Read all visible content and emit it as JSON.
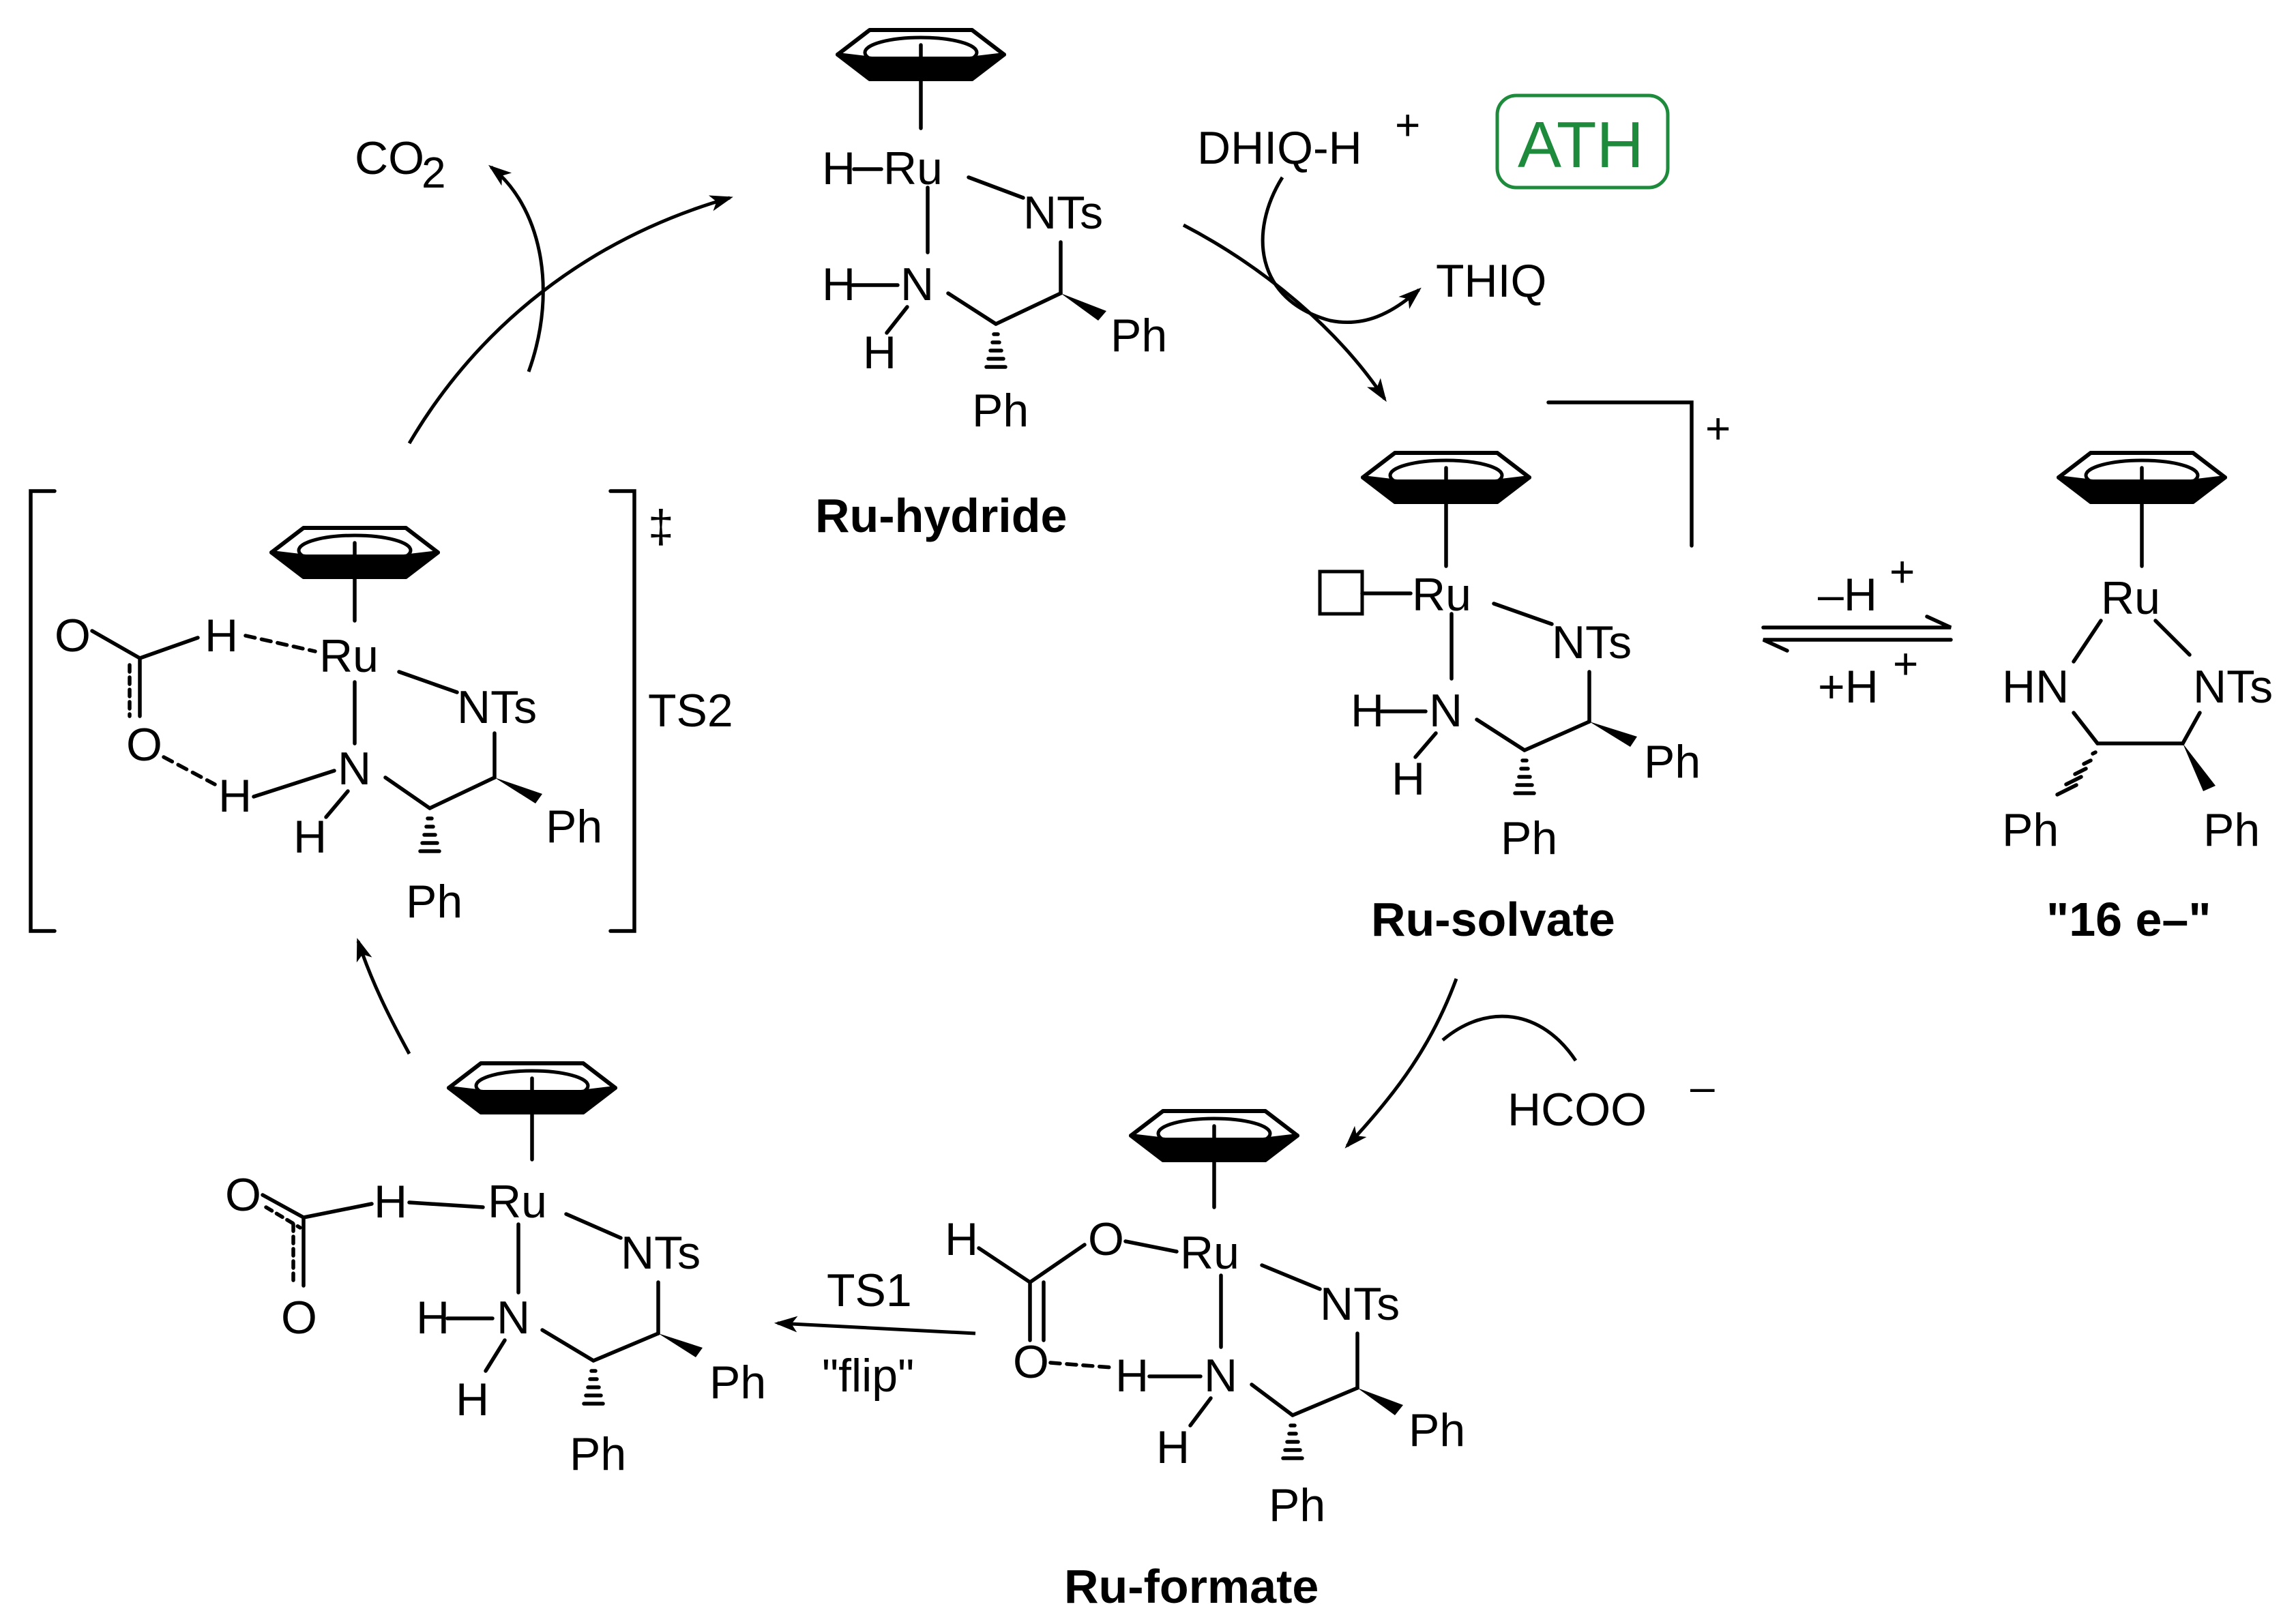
{
  "scheme": {
    "badge": "ATH",
    "labels": {
      "ru_hydride": "Ru-hydride",
      "ru_solvate": "Ru-solvate",
      "ru_formate": "Ru-formate",
      "sixteen_e": "\"16 e–\"",
      "ts2": "TS2",
      "ts1": "TS1",
      "flip": "\"flip\"",
      "dagger": "‡",
      "plus_charge": "+"
    },
    "reagents": {
      "co2": "CO",
      "co2_sub": "2",
      "dhiq": "DHIQ-H",
      "dhiq_sup": "+",
      "thiq": "THIQ",
      "hcoo": "HCOO",
      "hcoo_sup": "–",
      "minus_h": "–H",
      "minus_h_sup": "+",
      "plus_h": "+H",
      "plus_h_sup": "+"
    },
    "atoms": {
      "ru": "Ru",
      "nts": "NTs",
      "n": "N",
      "h": "H",
      "ph": "Ph",
      "hn": "HN",
      "o": "O"
    }
  }
}
